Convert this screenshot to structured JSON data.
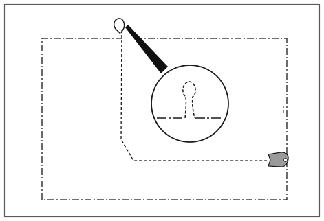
{
  "diagram": {
    "type": "line-drawing",
    "colors": {
      "background": "#ffffff",
      "frame": "#5a5a5a",
      "line": "#1a1a1a",
      "callout_wedge": "#111111",
      "station_fill": "#9a9a9a"
    },
    "elements": [
      {
        "name": "outer-frame",
        "kind": "rectangle border"
      },
      {
        "name": "boundary-wire",
        "kind": "dash-dot rectangle loop"
      },
      {
        "name": "guide-wire",
        "kind": "dashed path from loop to station"
      },
      {
        "name": "guide-wire-loop",
        "kind": "small keyhole loop at top of guide wire"
      },
      {
        "name": "magnifier-callout",
        "kind": "circle with pointer wedge showing enlarged loop"
      },
      {
        "name": "charging-station",
        "kind": "grey shape on right boundary"
      }
    ]
  }
}
